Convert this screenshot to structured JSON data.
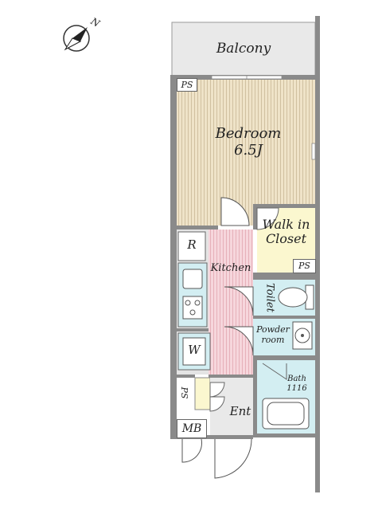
{
  "compass": {
    "label": "N"
  },
  "rooms": {
    "balcony": "Balcony",
    "bedroom": "Bedroom",
    "bedroom_size": "6.5J",
    "walk_in_closet_line1": "Walk in",
    "walk_in_closet_line2": "Closet",
    "kitchen": "Kitchen",
    "refrigerator": "R",
    "toilet": "Toilet",
    "powder_line1": "Powder",
    "powder_line2": "room",
    "washer": "W",
    "bath": "Bath",
    "bath_size": "1116",
    "entrance": "Ent",
    "meter_box": "MB"
  },
  "ps_labels": {
    "top": "PS",
    "closet": "PS",
    "entrance": "PS"
  },
  "colors": {
    "bedroom_floor": "#efe3c8",
    "kitchen_floor": "#f6d6dc",
    "closet": "#fbf7cf",
    "wet_area": "#d3eef2",
    "balcony": "#e9e9e9",
    "wall": "#8a8a8a",
    "entrance_shelf": "#fbf7cf"
  }
}
